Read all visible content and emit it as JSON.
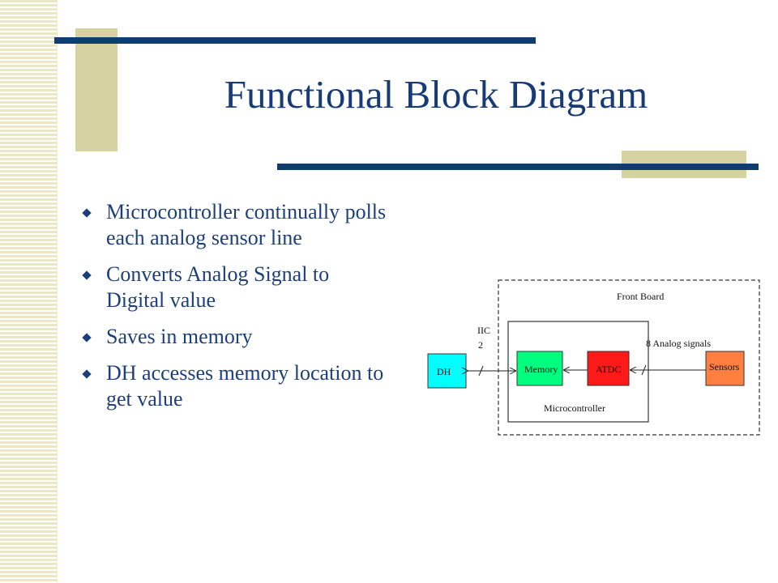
{
  "slide": {
    "title": "Functional Block Diagram",
    "bullets": [
      "Microcontroller continually polls each analog sensor line",
      "Converts Analog Signal to Digital value",
      "Saves in memory",
      "DH accesses memory location to get value"
    ],
    "colors": {
      "title": "#183b78",
      "accent_bar": "#0f3d6e",
      "tan": "#d6d2a2"
    }
  },
  "diagram": {
    "front_board_label": "Front Board",
    "microcontroller_label": "Microcontroller",
    "iic_label_line1": "IIC",
    "iic_label_line2": "2",
    "analog_label": "8 Analog signals",
    "blocks": {
      "dh": {
        "label": "DH",
        "color": "#00ffff"
      },
      "memory": {
        "label": "Memory",
        "color": "#00ff7f"
      },
      "atdc": {
        "label": "ATDC",
        "color": "#ff1a1a"
      },
      "sensors": {
        "label": "Sensors",
        "color": "#ff7f40"
      }
    }
  }
}
